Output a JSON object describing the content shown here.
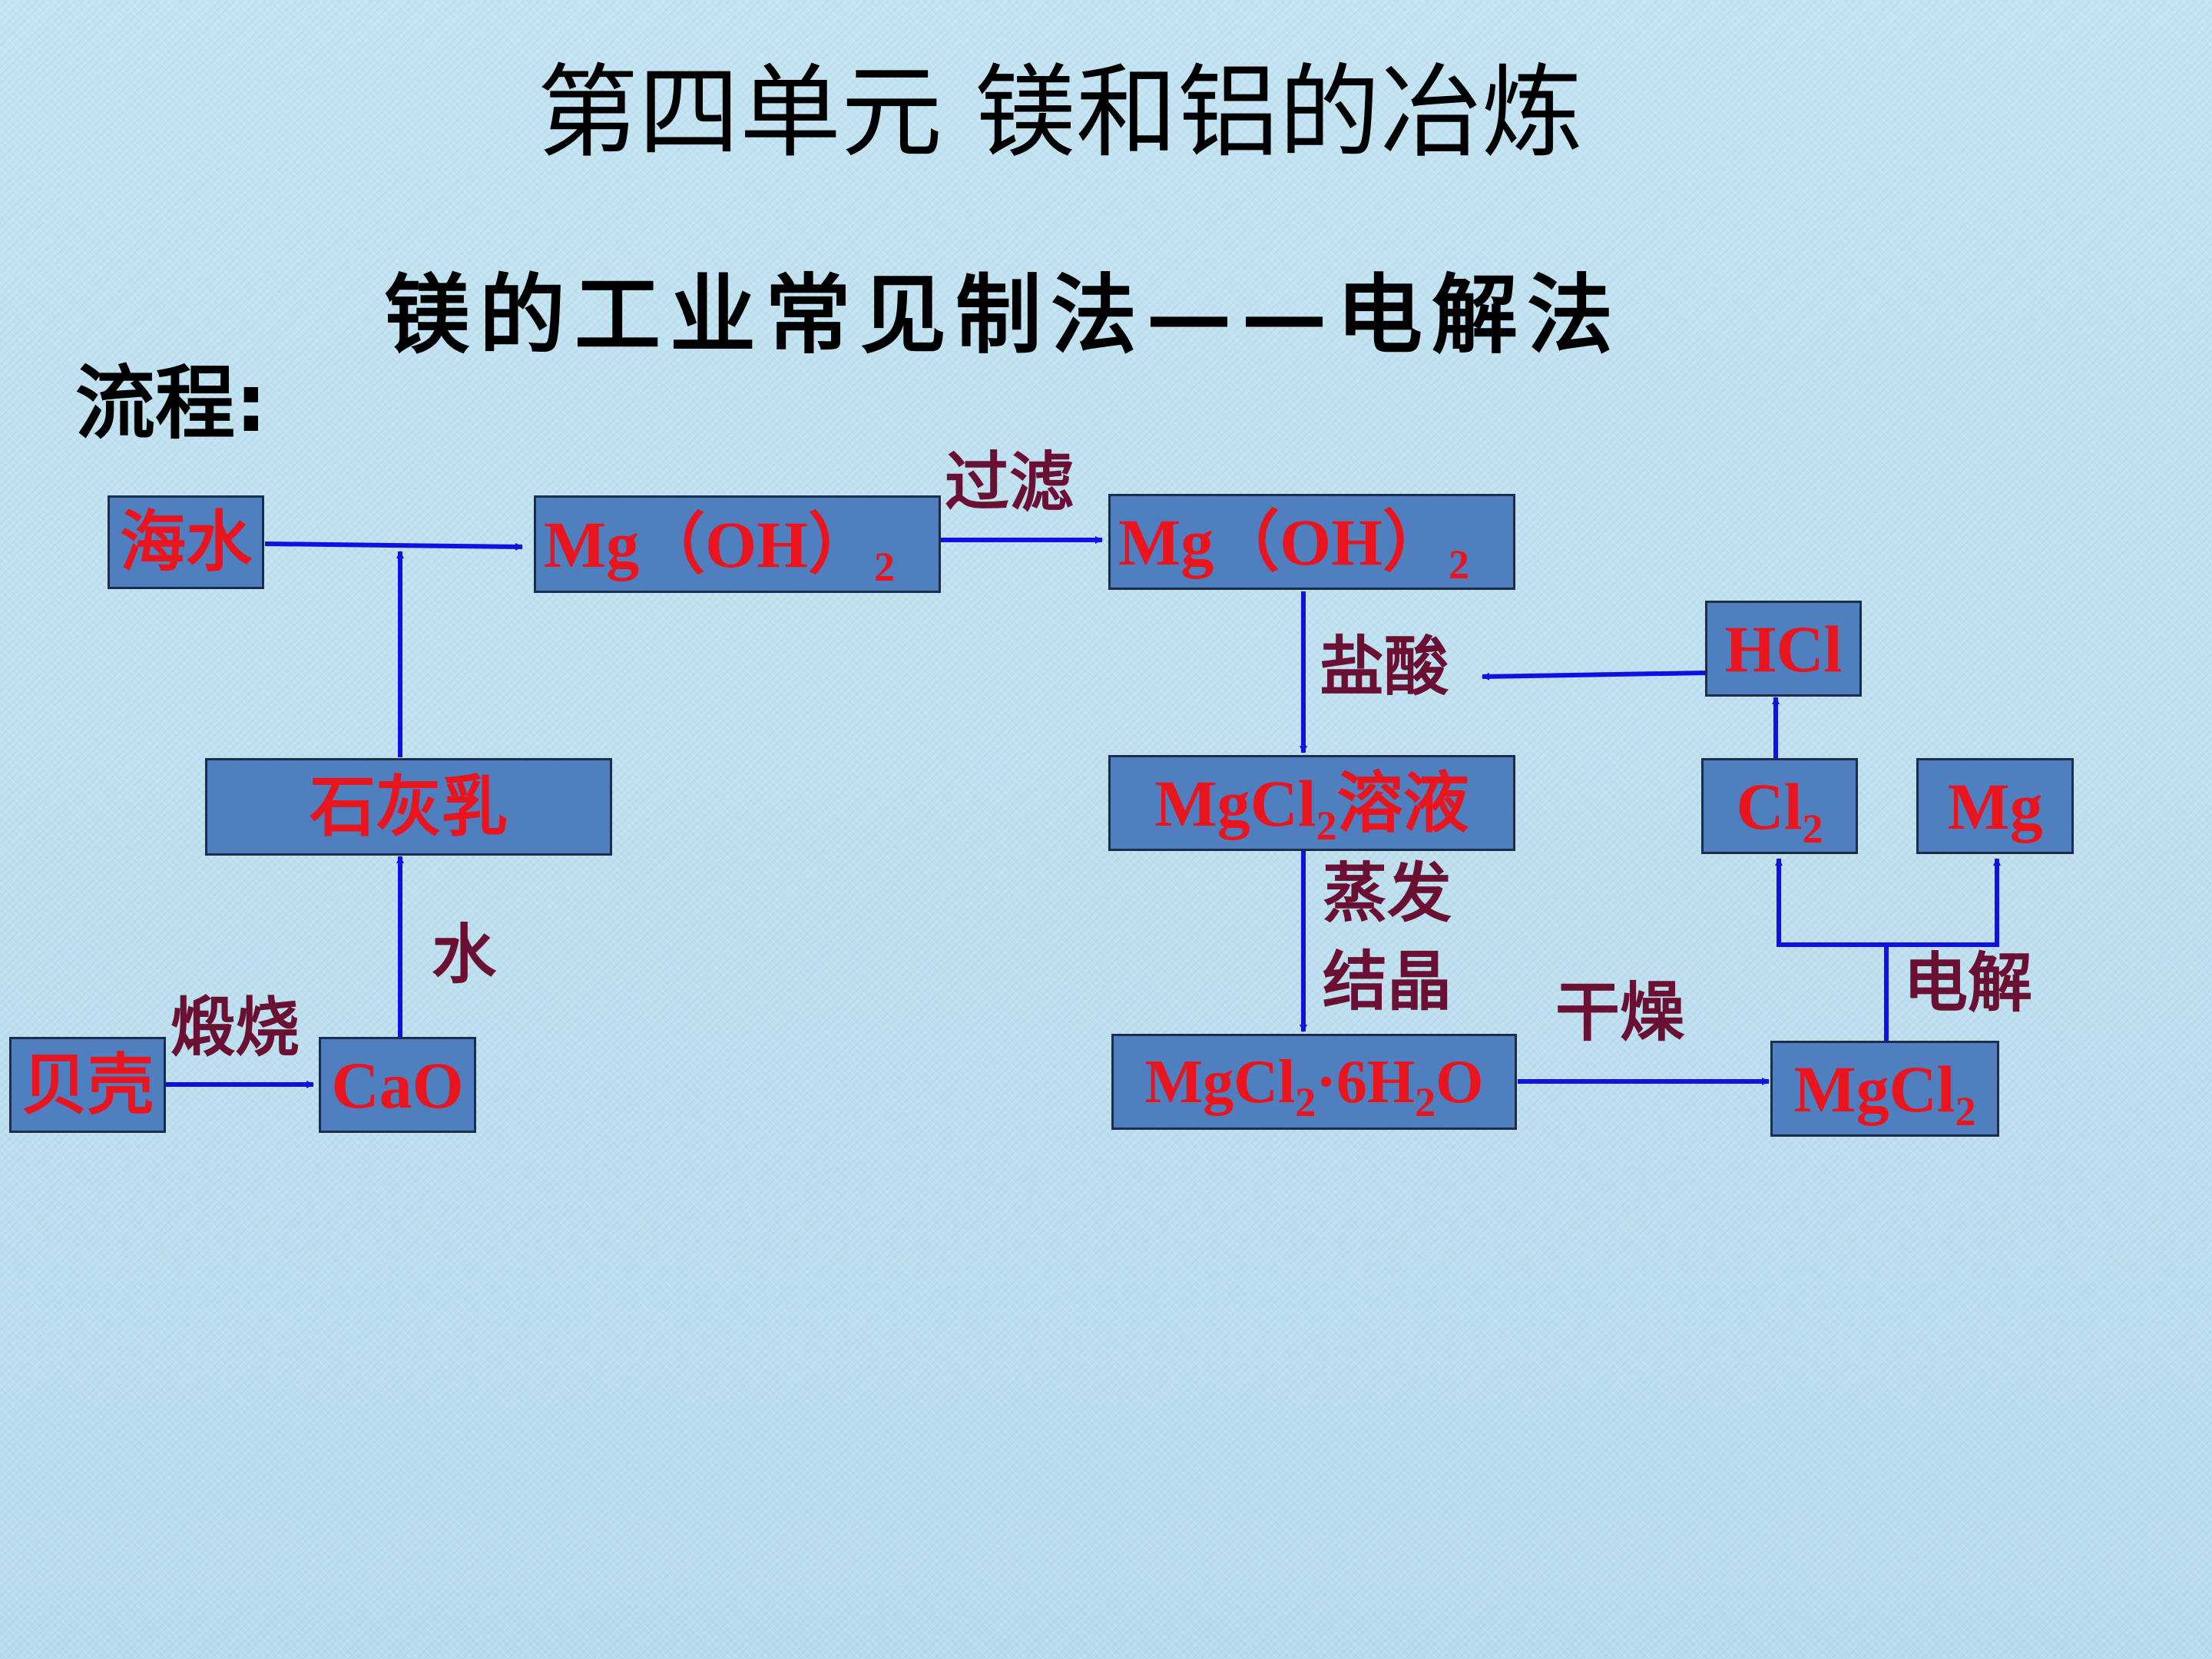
{
  "title": "第四单元 镁和铝的冶炼",
  "subtitle": "镁的工业常见制法——电解法",
  "flow_label": "流程:",
  "nodes": {
    "seawater": "海水",
    "mgoh2_a": {
      "base": "Mg（OH）",
      "sub": "2"
    },
    "mgoh2_b": {
      "base": "Mg（OH）",
      "sub": "2"
    },
    "lime_milk": "石灰乳",
    "shell": "贝壳",
    "cao": "CaO",
    "mgcl2_solution": {
      "a": "MgCl",
      "sub": "2",
      "b": "溶液"
    },
    "mgcl2_hydrate": {
      "a": "MgCl",
      "sub1": "2",
      "b": "·6H",
      "sub2": "2",
      "c": "O"
    },
    "mgcl2": {
      "a": "MgCl",
      "sub": "2"
    },
    "hcl": "HCl",
    "cl2": {
      "a": "Cl",
      "sub": "2"
    },
    "mg": "Mg"
  },
  "steps": {
    "filter": "过滤",
    "hydrochloric_acid": "盐酸",
    "water": "水",
    "calcine": "煅烧",
    "evaporate_1": "蒸发",
    "evaporate_2": "结晶",
    "dry": "干燥",
    "electrolysis": "电解"
  },
  "colors": {
    "box_fill": "#4f7fbf",
    "node_text": "#e8141e",
    "step_text": "#6a1033",
    "arrow": "#1010e0"
  }
}
